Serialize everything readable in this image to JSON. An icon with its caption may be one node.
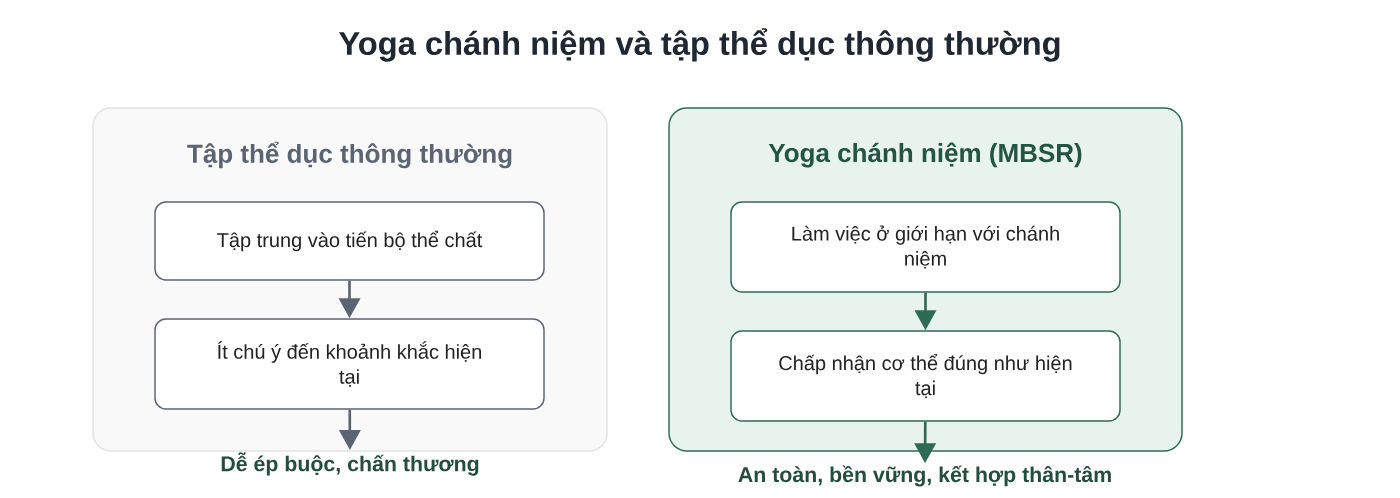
{
  "diagram": {
    "title": "Yoga chánh niệm và tập thể dục thông thường",
    "nodes": [
      {
        "text": [
          "Tập thể dục thông thường"
        ]
      },
      {
        "text": [
          "Tập trung vào tiến bộ thể chất"
        ],
        "in": 0
      },
      {
        "text": [
          "Ít chú ý đến khoảnh khắc hiện tại"
        ],
        "in": 0
      },
      {
        "text": [
          "Dễ ép buộc, chấn thương"
        ]
      },
      {
        "text": [
          "Yoga chánh niệm (MBSR)"
        ]
      },
      {
        "text": [
          "Làm việc ở giới hạn với chánh niệm"
        ],
        "in": 4
      },
      {
        "text": [
          "Chấp nhận cơ thể đúng như hiện tại"
        ],
        "in": 4
      },
      {
        "text": [
          "An toàn, bền vững, kết hợp thân-tâm"
        ]
      }
    ],
    "edges": [
      {
        "from": 1,
        "to": 2,
        "arrow": "to",
        "color": "#5b6472"
      },
      {
        "from": 2,
        "to": 3,
        "arrow": "to",
        "color": "#5b6472"
      },
      {
        "from": 5,
        "to": 6,
        "arrow": "to",
        "color": "#2e6b57"
      },
      {
        "from": 6,
        "to": 7,
        "arrow": "to",
        "color": "#2e6b57"
      }
    ]
  }
}
